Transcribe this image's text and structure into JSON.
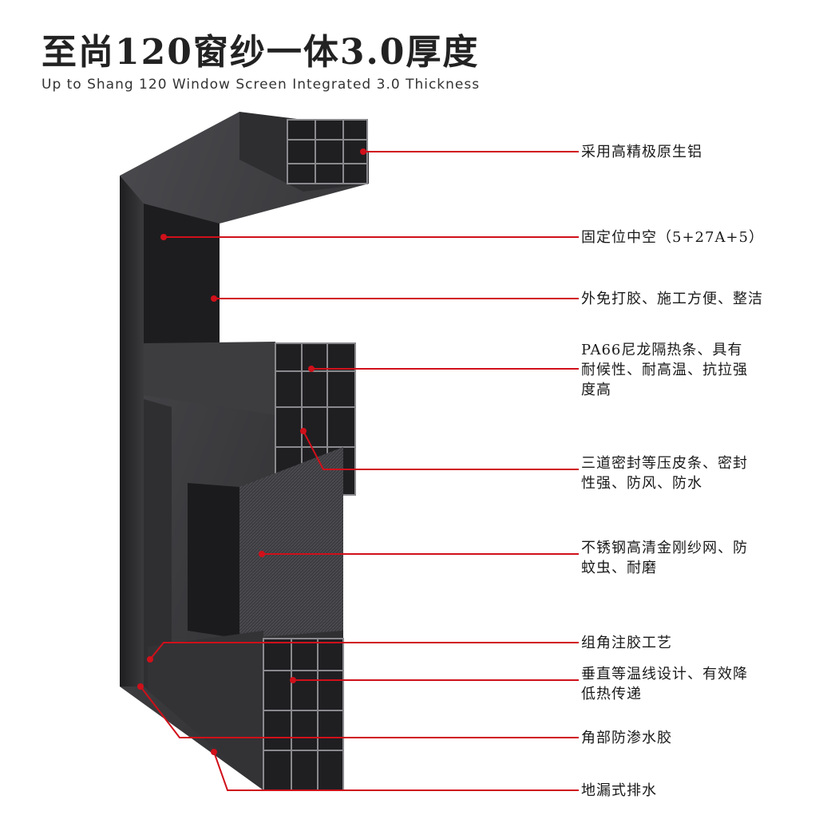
{
  "header": {
    "title": "至尚120窗纱一体3.0厚度",
    "subtitle": "Up to Shang 120 Window Screen Integrated 3.0 Thickness"
  },
  "colors": {
    "callout_line": "#d0101a",
    "frame_dark": "#2b2b2d",
    "frame_mid": "#3a3a3d",
    "profile_highlight": "#8a8a8e"
  },
  "callouts": [
    {
      "lines": [
        "采用高精极原生铝"
      ]
    },
    {
      "lines": [
        "固定位中空（5+27A+5）"
      ]
    },
    {
      "lines": [
        "外免打胶、施工方便、整洁"
      ]
    },
    {
      "lines": [
        "PA66尼龙隔热条、具有",
        "耐候性、耐高温、抗拉强",
        "度高"
      ]
    },
    {
      "lines": [
        "三道密封等压皮条、密封",
        "性强、防风、防水"
      ]
    },
    {
      "lines": [
        "不锈钢高清金刚纱网、防",
        "蚊虫、耐磨"
      ]
    },
    {
      "lines": [
        "组角注胶工艺"
      ]
    },
    {
      "lines": [
        "垂直等温线设计、有效降",
        "低热传递"
      ]
    },
    {
      "lines": [
        "角部防渗水胶"
      ]
    },
    {
      "lines": [
        "地漏式排水"
      ]
    }
  ]
}
